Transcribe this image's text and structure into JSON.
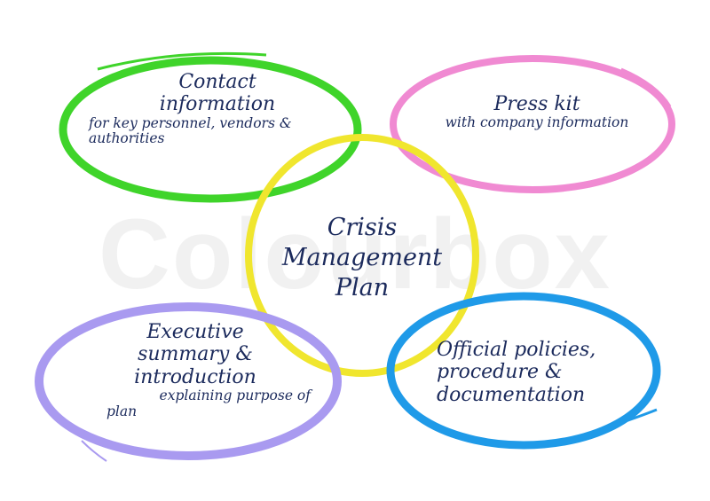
{
  "watermark": "Colourbox",
  "center": {
    "lines": [
      "Crisis",
      "Management",
      "Plan"
    ],
    "color": "#f0e62e"
  },
  "nodes": [
    {
      "title": [
        "Contact",
        "information"
      ],
      "subtitle": [
        "for key personnel, vendors &",
        "authorities"
      ],
      "color": "#3fd42a"
    },
    {
      "title": [
        "Press kit"
      ],
      "subtitle": [
        "with company information"
      ],
      "color": "#f08ad2"
    },
    {
      "title": [
        "Executive",
        "summary &",
        "introduction"
      ],
      "subtitle": [
        "explaining purpose of",
        "plan"
      ],
      "color": "#a99af0"
    },
    {
      "title": [
        "Official policies,",
        "procedure &",
        "documentation"
      ],
      "subtitle": [],
      "color": "#1f9ae8"
    }
  ]
}
